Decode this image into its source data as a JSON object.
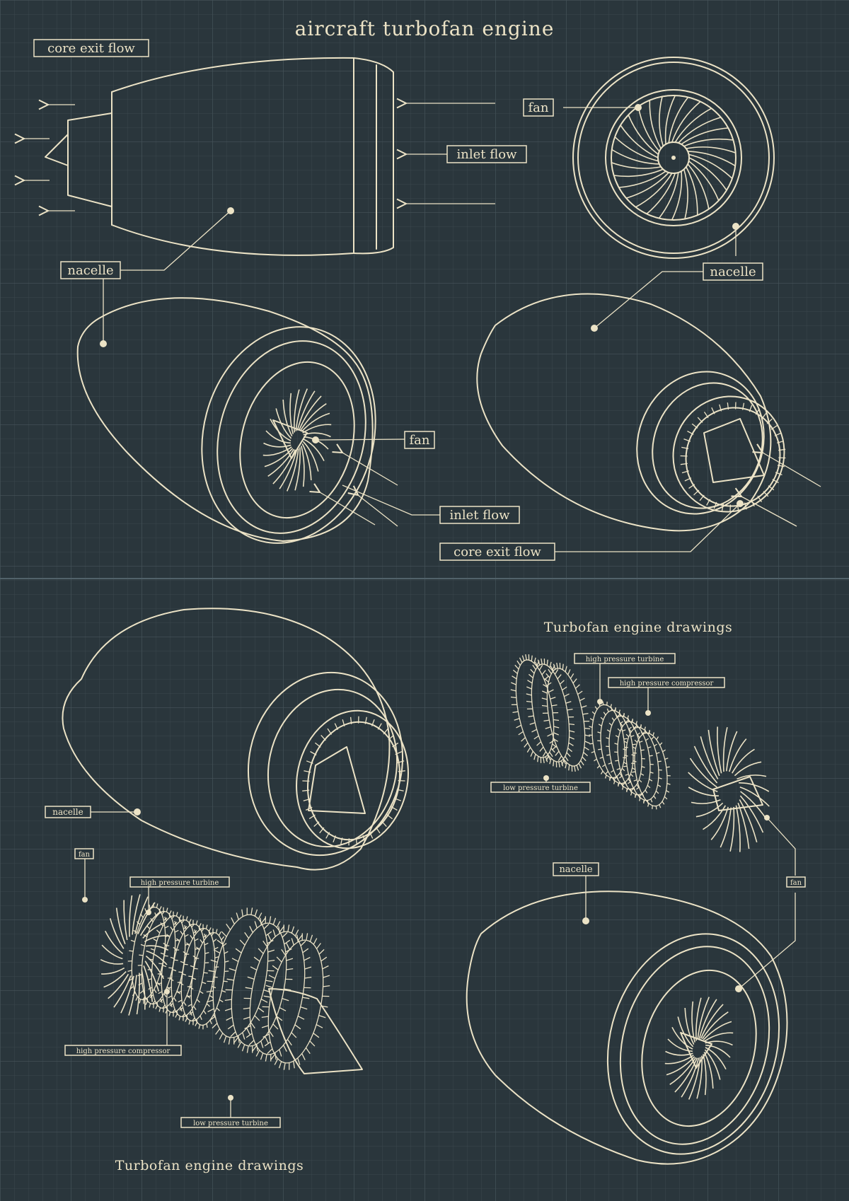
{
  "titles": {
    "main": "aircraft turbofan engine",
    "sheet_right": "Turbofan engine drawings",
    "sheet_left": "Turbofan engine drawings"
  },
  "labels": {
    "top_core_exit": "core exit flow",
    "top_inlet": "inlet flow",
    "top_fan": "fan",
    "top_nacelle_left": "nacelle",
    "top_nacelle_right": "nacelle",
    "mid_fan": "fan",
    "mid_inlet": "inlet flow",
    "mid_core_exit": "core exit flow",
    "bl_nacelle": "nacelle",
    "bl_fan": "fan",
    "bl_hpt": "high pressure turbine",
    "bl_hpc": "high pressure compressor",
    "bl_lpt": "low pressure turbine",
    "br_hpt": "high pressure turbine",
    "br_hpc": "high pressure compressor",
    "br_lpt": "low pressure turbine",
    "br_nacelle": "nacelle",
    "br_fan": "fan"
  },
  "colors": {
    "background": "#2a363c",
    "grid_minor": "#3a474d",
    "grid_major": "#46545a",
    "ink": "#ece3c6"
  }
}
